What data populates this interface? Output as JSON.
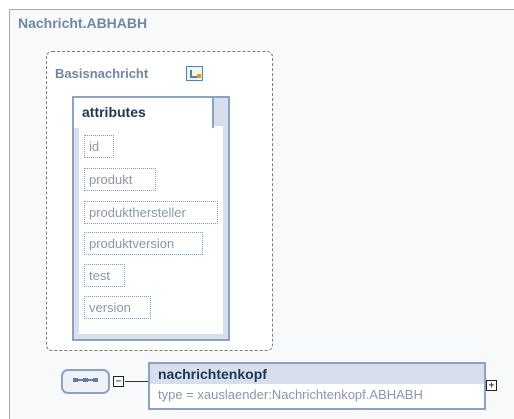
{
  "element": {
    "name": "Nachricht.ABHABH"
  },
  "complex_type": {
    "name": "Basisnachricht",
    "icon": "complex-type-icon"
  },
  "attributes_group": {
    "title": "attributes",
    "items": [
      "id",
      "produkt",
      "produkthersteller",
      "produktversion",
      "test",
      "version"
    ]
  },
  "child_element": {
    "sequence_icon": "sequence-icon",
    "collapse_symbol": "−",
    "expand_symbol": "+",
    "name": "nachrichtenkopf",
    "type_text": "type = xauslaender:Nachrichtenkopf.ABHABH"
  },
  "colors": {
    "border": "#8aa2c4",
    "header_fill": "#d8dfec",
    "title_text": "#1f3650",
    "muted_text": "#8a97a8",
    "outer_title": "#6e88a4"
  }
}
